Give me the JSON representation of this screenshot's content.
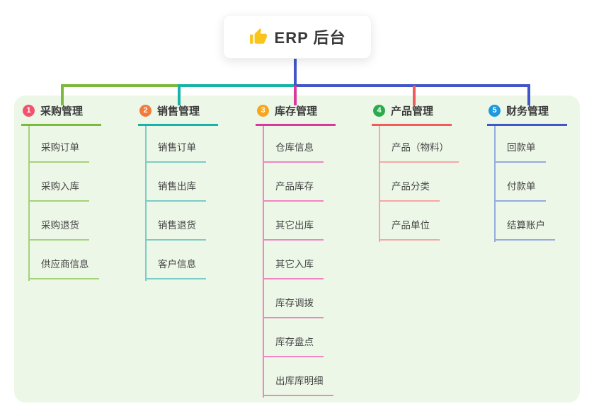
{
  "root": {
    "title": "ERP 后台",
    "icon": "thumbs-up-icon",
    "icon_color": "#f9c51d",
    "card_bg": "#ffffff",
    "text_color": "#3a3a3a"
  },
  "panel": {
    "bg_color": "#edf7e8"
  },
  "connector": {
    "stem_color": "#4356c8"
  },
  "branches": [
    {
      "num": "1",
      "label": "采购管理",
      "badge_color": "#f2526e",
      "line_color": "#7cb93f",
      "child_line_color": "#a6d17b",
      "children": [
        "采购订单",
        "采购入库",
        "采购退货",
        "供应商信息"
      ]
    },
    {
      "num": "2",
      "label": "销售管理",
      "badge_color": "#f27b3c",
      "line_color": "#18b3a8",
      "child_line_color": "#7bccc6",
      "children": [
        "销售订单",
        "销售出库",
        "销售退货",
        "客户信息"
      ]
    },
    {
      "num": "3",
      "label": "库存管理",
      "badge_color": "#f6a71c",
      "line_color": "#d8399d",
      "child_line_color": "#ef85c2",
      "children": [
        "仓库信息",
        "产品库存",
        "其它出库",
        "其它入库",
        "库存调拨",
        "库存盘点",
        "出库库明细"
      ]
    },
    {
      "num": "4",
      "label": "产品管理",
      "badge_color": "#2bab4e",
      "line_color": "#f05c5c",
      "child_line_color": "#f7a6a3",
      "children": [
        "产品（物料）",
        "产品分类",
        "产品单位"
      ]
    },
    {
      "num": "5",
      "label": "财务管理",
      "badge_color": "#1f98dd",
      "line_color": "#4156c9",
      "child_line_color": "#95abdd",
      "children": [
        "回款单",
        "付款单",
        "结算账户"
      ]
    }
  ]
}
